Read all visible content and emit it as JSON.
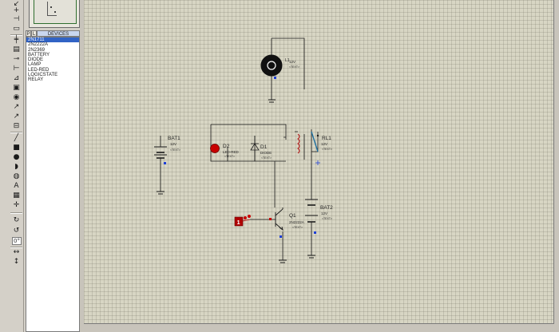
{
  "left_toolbar": {
    "icons": [
      "probe-icon",
      "junction-icon",
      "net-label-icon",
      "text-script-icon",
      "bus-icon",
      "sub-circuit-icon",
      "terminal-icon",
      "pin-icon",
      "graph-icon",
      "tape-recorder-icon",
      "generator-icon",
      "voltage-probe-icon",
      "current-probe-icon",
      "virtual-instrument-icon",
      "line-icon",
      "box-icon",
      "circle-icon",
      "arc-icon",
      "path-icon",
      "text-icon",
      "symbol-icon",
      "marker-icon",
      "rotate-cw-icon",
      "rotate-ccw-icon",
      "flip-horizontal-icon",
      "flip-vertical-icon"
    ],
    "rotation_value": "0°"
  },
  "device_panel": {
    "tab_p": "P",
    "tab_l": "L",
    "tab_devices": "DEVICES",
    "devices": [
      "2N1711",
      "2N2222A",
      "2N2369",
      "BATTERY",
      "DIODE",
      "LAMP",
      "LED-RED",
      "LOGICSTATE",
      "RELAY"
    ],
    "selected_index": 0
  },
  "schematic": {
    "lamp": {
      "ref": "L1",
      "value": "12V",
      "text": "<TEXT>"
    },
    "battery1": {
      "ref": "BAT1",
      "value": "12V",
      "text": "<TEXT>"
    },
    "led": {
      "ref": "D2",
      "value": "LED-RED",
      "text": "<TEXT>"
    },
    "diode": {
      "ref": "D1",
      "value": "DIODE",
      "text": "<TEXT>"
    },
    "relay": {
      "ref": "RL1",
      "value": "12V",
      "text": "<TEXT>"
    },
    "battery2": {
      "ref": "BAT2",
      "value": "12V",
      "text": "<TEXT>"
    },
    "transistor": {
      "ref": "Q1",
      "value": "2N2222A",
      "text": "<TEXT>"
    },
    "logicstate": {
      "value": "1"
    }
  },
  "colors": {
    "sheet": "#d8d6c4",
    "wire": "#1a1a1a",
    "selection": "#3163c5",
    "led": "#c80000",
    "relay_contact": "#1f6fa0"
  }
}
